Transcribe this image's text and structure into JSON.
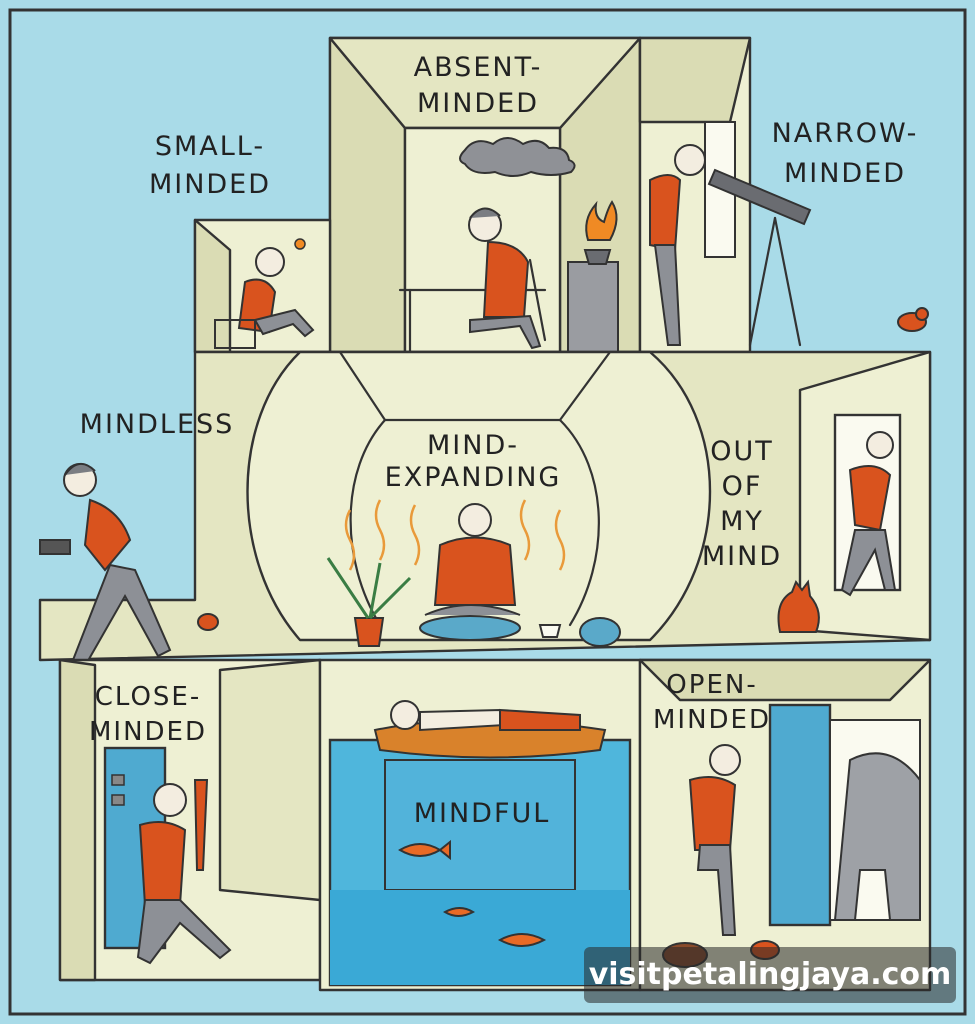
{
  "labels": {
    "small_minded": [
      "SMALL-",
      "MINDED"
    ],
    "absent_minded": [
      "ABSENT-",
      "MINDED"
    ],
    "narrow_minded": [
      "NARROW-",
      "MINDED"
    ],
    "mindless": "MINDLESS",
    "mind_expanding": [
      "MIND-",
      "EXPANDING"
    ],
    "out_of_my_mind": [
      "OUT",
      "OF",
      "MY",
      "MIND"
    ],
    "close_minded": [
      "CLOSE-",
      "MINDED"
    ],
    "mindful": "MINDFUL",
    "open_minded": [
      "OPEN-",
      "MINDED"
    ]
  },
  "watermark": "visitpetalingjaya.com",
  "colors": {
    "background": "#a9dbe8",
    "walls": "#eef0d3",
    "shirt": "#d9531e",
    "trousers": "#8d9096",
    "water": "#4fb6dc"
  }
}
